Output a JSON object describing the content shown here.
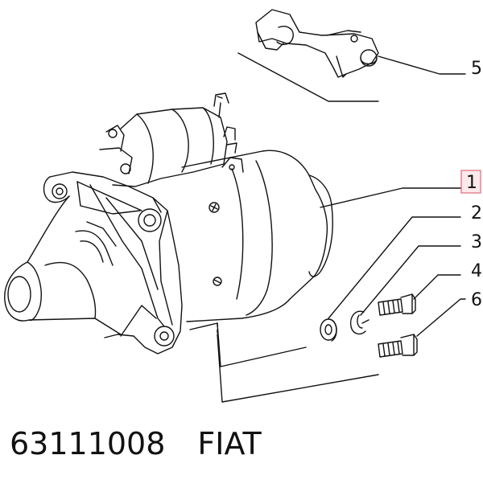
{
  "callouts": {
    "c1": "1",
    "c2": "2",
    "c3": "3",
    "c4": "4",
    "c5": "5",
    "c6": "6"
  },
  "caption": {
    "part_number": "63111008",
    "brand": "FIAT"
  },
  "colors": {
    "ink": "#111111",
    "highlight_box": "#e06a7a",
    "highlight_fill": "#fbe9ec"
  }
}
